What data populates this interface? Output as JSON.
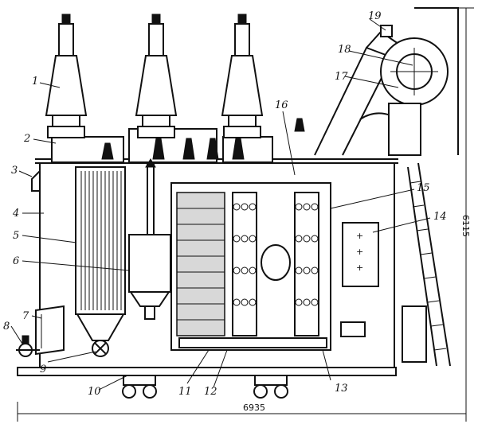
{
  "callouts": [
    "1",
    "2",
    "3",
    "4",
    "5",
    "6",
    "7",
    "8",
    "9",
    "10",
    "11",
    "12",
    "13",
    "14",
    "15",
    "16",
    "17",
    "18",
    "19"
  ],
  "dimensions": {
    "overall_width": "6935",
    "overall_height": "6115"
  }
}
